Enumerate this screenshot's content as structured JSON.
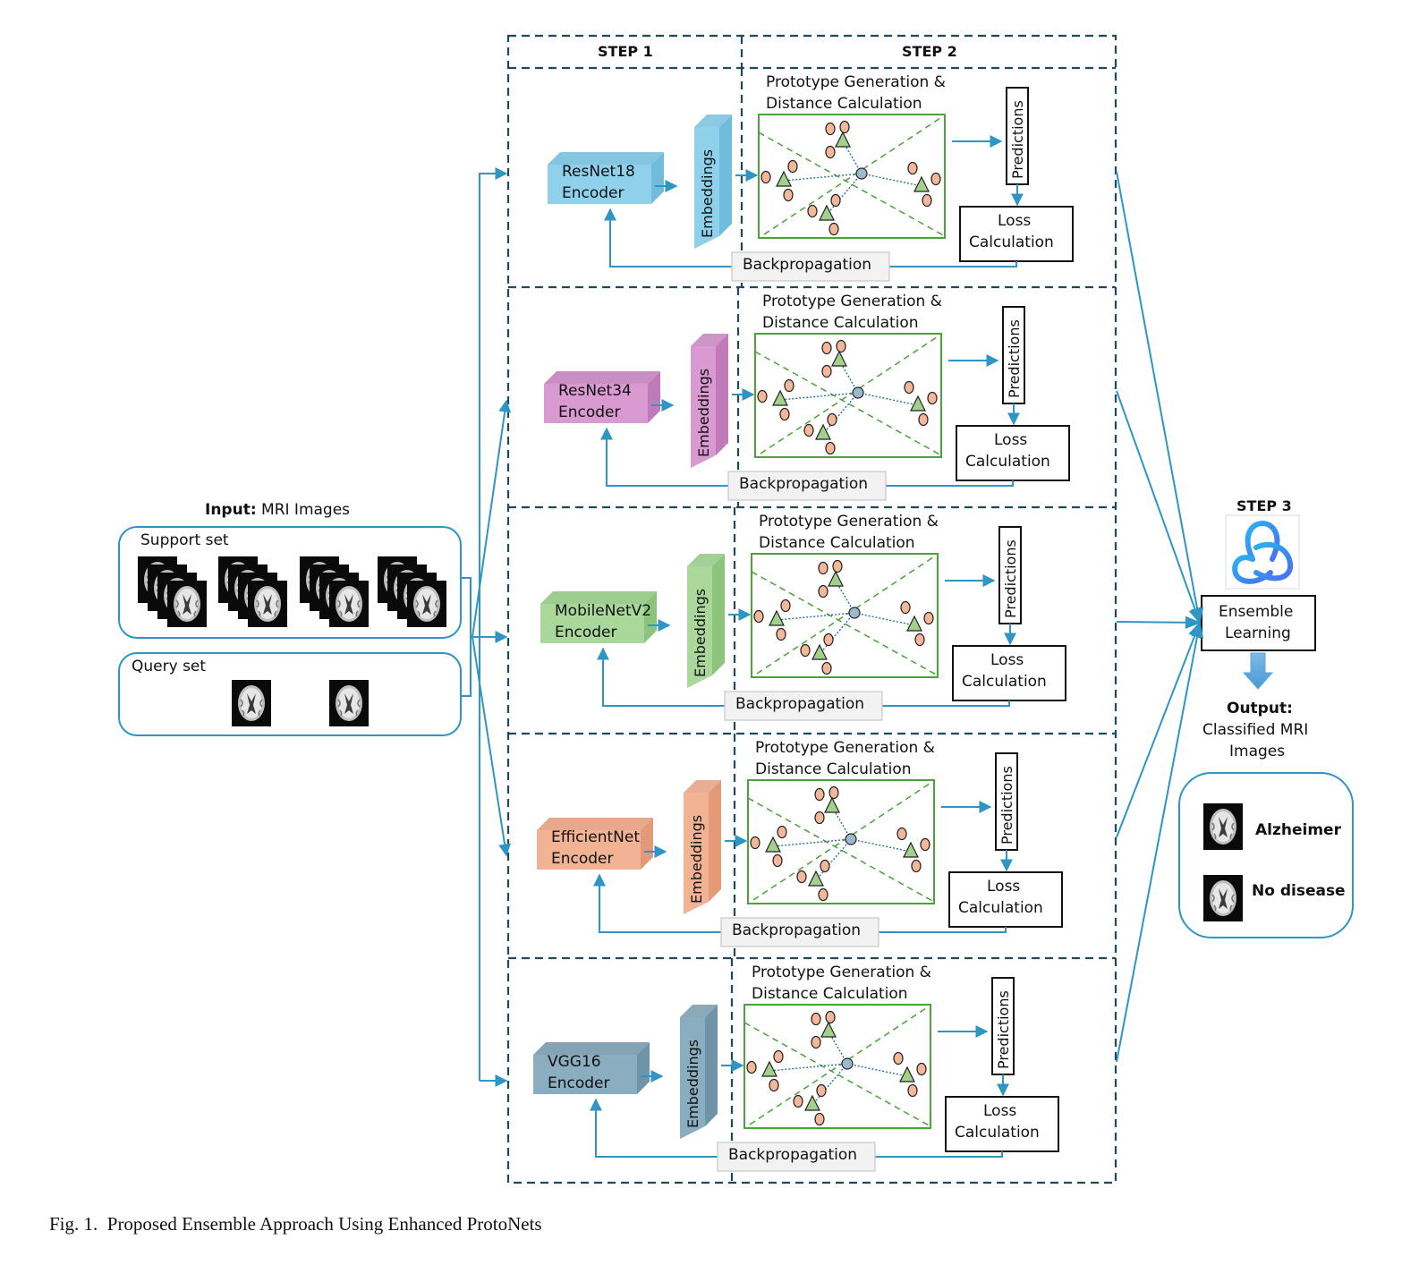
{
  "steps": {
    "step1": "STEP 1",
    "step2": "STEP 2",
    "step3": "STEP 3"
  },
  "input": {
    "title_bold": "Input:",
    "title_rest": " MRI Images",
    "support_label": "Support set",
    "query_label": "Query set",
    "support_stacks": 4,
    "query_images": 2
  },
  "rows": [
    {
      "encoder": "ResNet18",
      "encoder_suffix": "Encoder",
      "color": "#8fd0ea",
      "side": "#6fbcdc"
    },
    {
      "encoder": "ResNet34",
      "encoder_suffix": "Encoder",
      "color": "#d89ad0",
      "side": "#c07ab8"
    },
    {
      "encoder": "MobileNetV2",
      "encoder_suffix": "Encoder",
      "color": "#a9d89a",
      "side": "#8cc47c"
    },
    {
      "encoder": "EfficientNet",
      "encoder_suffix": "Encoder",
      "color": "#f2b294",
      "side": "#e29a78"
    },
    {
      "encoder": "VGG16",
      "encoder_suffix": "Encoder",
      "color": "#8aaebf",
      "side": "#6f94a7"
    }
  ],
  "row_labels": {
    "embeddings": "Embeddings",
    "proto_line1": "Prototype Generation &",
    "proto_line2": "Distance Calculation",
    "predictions": "Predictions",
    "loss_line1": "Loss",
    "loss_line2": "Calculation",
    "backprop": "Backpropagation"
  },
  "ensemble": {
    "line1": "Ensemble",
    "line2": "Learning"
  },
  "output": {
    "title": "Output:",
    "line1": "Classified MRI",
    "line2": "Images",
    "classes": [
      "Alzheimer",
      "No disease"
    ]
  },
  "colors": {
    "arrow": "#2e95c4",
    "dash": "#1f4a5e",
    "green": "#4aa23a",
    "point": "#f3b79a",
    "triangle": "#a3d08c",
    "query_point": "#9bb8cf"
  },
  "caption": "Fig. 1.  Proposed Ensemble Approach Using Enhanced ProtoNets"
}
